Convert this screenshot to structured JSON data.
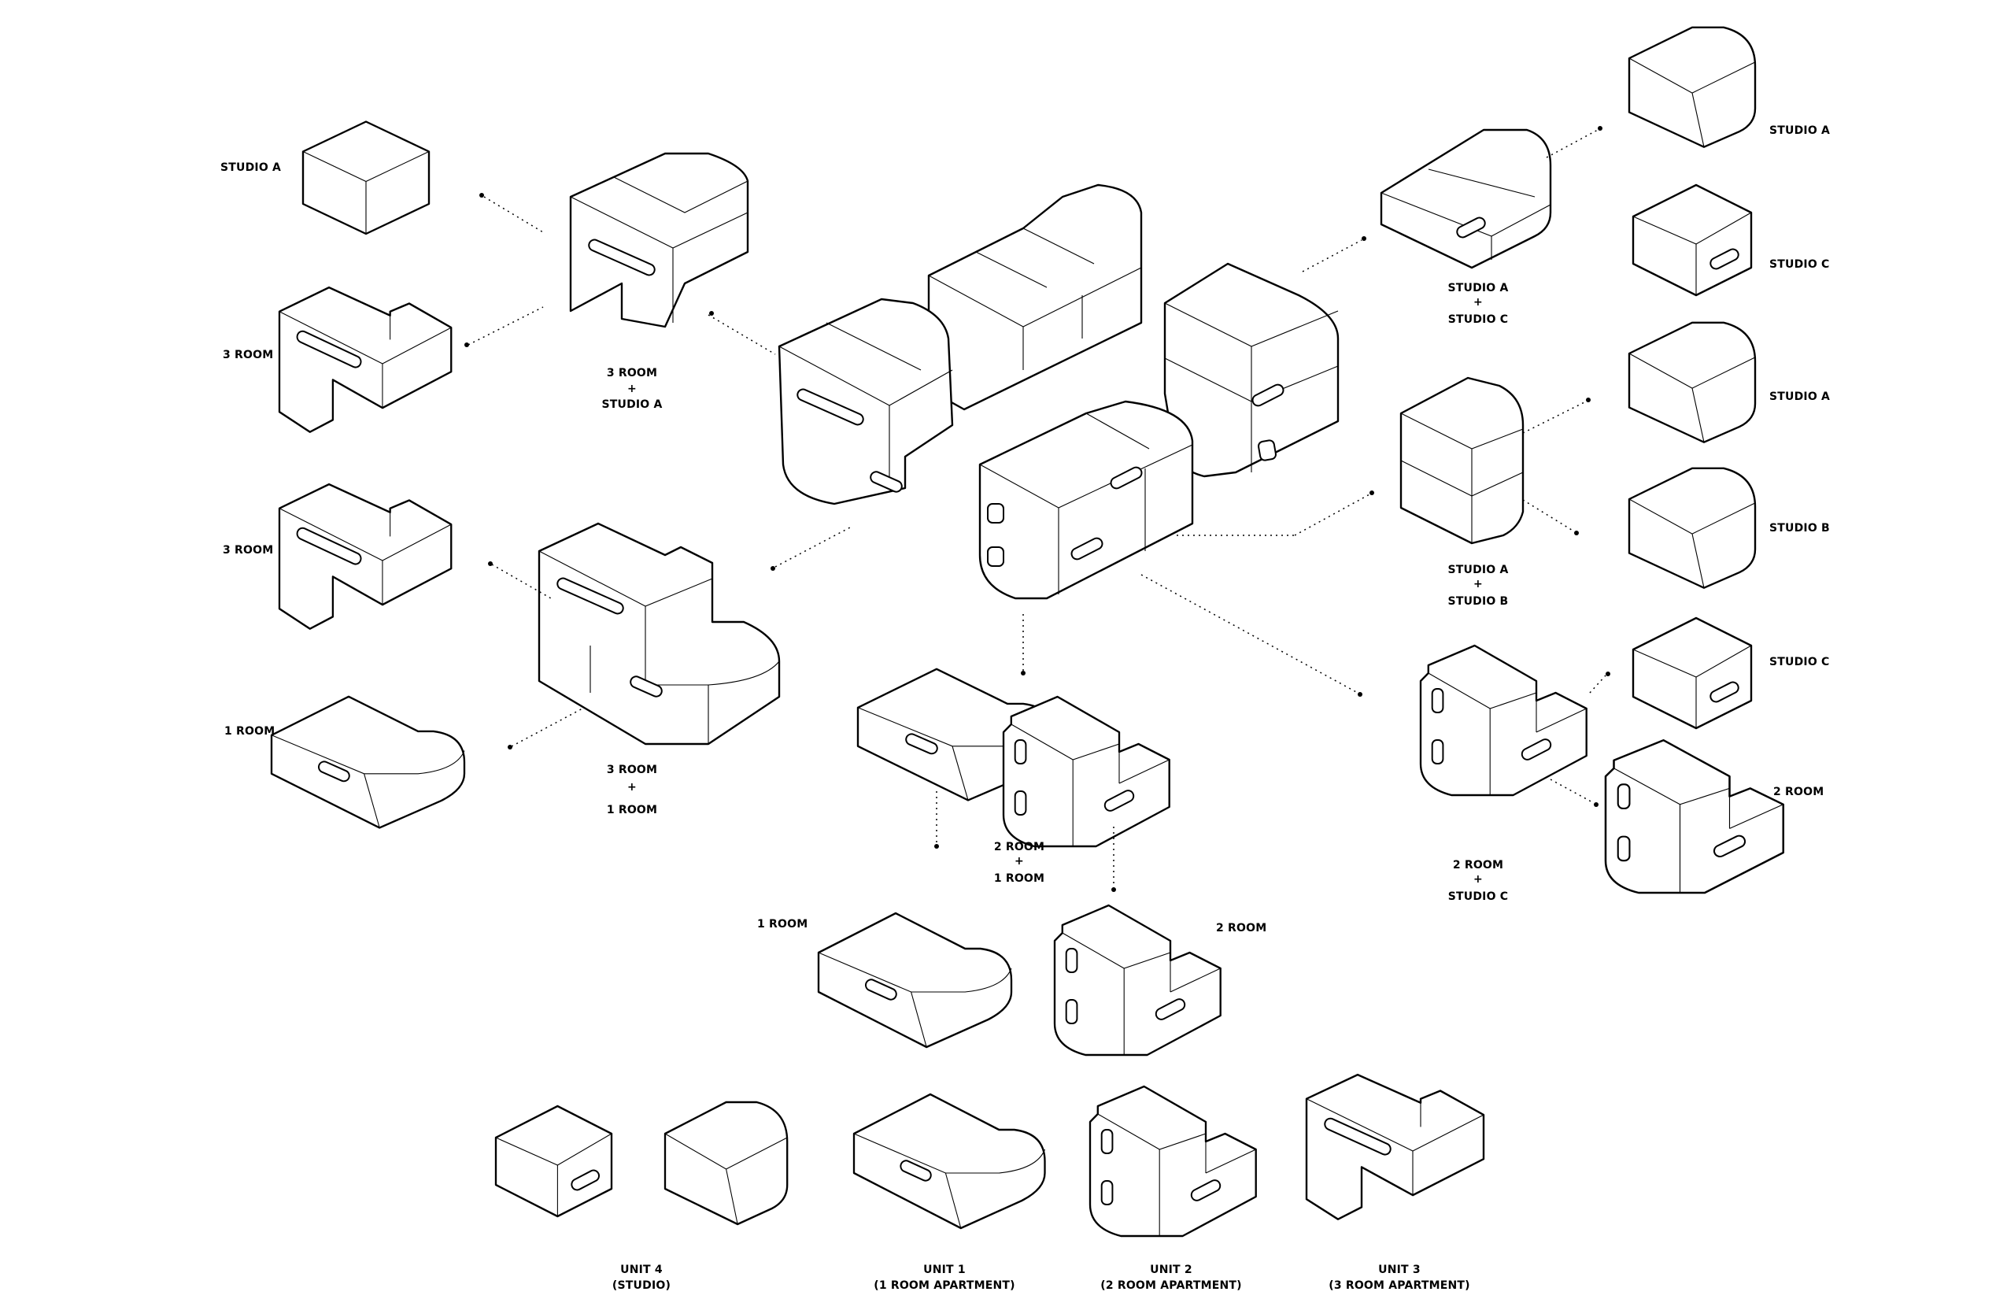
{
  "colors": {
    "background": "#ffffff",
    "line": "#000000"
  },
  "labels": {
    "left_studio_a": "STUDIO A",
    "left_3room_top": "3 ROOM",
    "left_3room_bottom": "3 ROOM",
    "left_1room": "1 ROOM",
    "combo_3room_studio_a": [
      "3 ROOM",
      "+",
      "STUDIO A"
    ],
    "combo_3room_1room": [
      "3 ROOM",
      "+",
      "1 ROOM"
    ],
    "combo_2room_1room": [
      "2 ROOM",
      "+",
      "1 ROOM"
    ],
    "mid_1room": "1 ROOM",
    "mid_2room": "2 ROOM",
    "combo_studio_a_c": [
      "STUDIO A",
      "+",
      "STUDIO C"
    ],
    "combo_studio_a_b": [
      "STUDIO A",
      "+",
      "STUDIO B"
    ],
    "combo_2room_studio_c": [
      "2 ROOM",
      "+",
      "STUDIO C"
    ],
    "right_studio_a_1": "STUDIO A",
    "right_studio_c_1": "STUDIO C",
    "right_studio_a_2": "STUDIO A",
    "right_studio_b": "STUDIO B",
    "right_studio_c_2": "STUDIO C",
    "right_2room": "2 ROOM"
  },
  "units": [
    {
      "title": "UNIT 4",
      "subtitle": "(STUDIO)"
    },
    {
      "title": "UNIT 1",
      "subtitle": "(1 ROOM APARTMENT)"
    },
    {
      "title": "UNIT 2",
      "subtitle": "(2 ROOM APARTMENT)"
    },
    {
      "title": "UNIT 3",
      "subtitle": "(3 ROOM APARTMENT)"
    }
  ]
}
